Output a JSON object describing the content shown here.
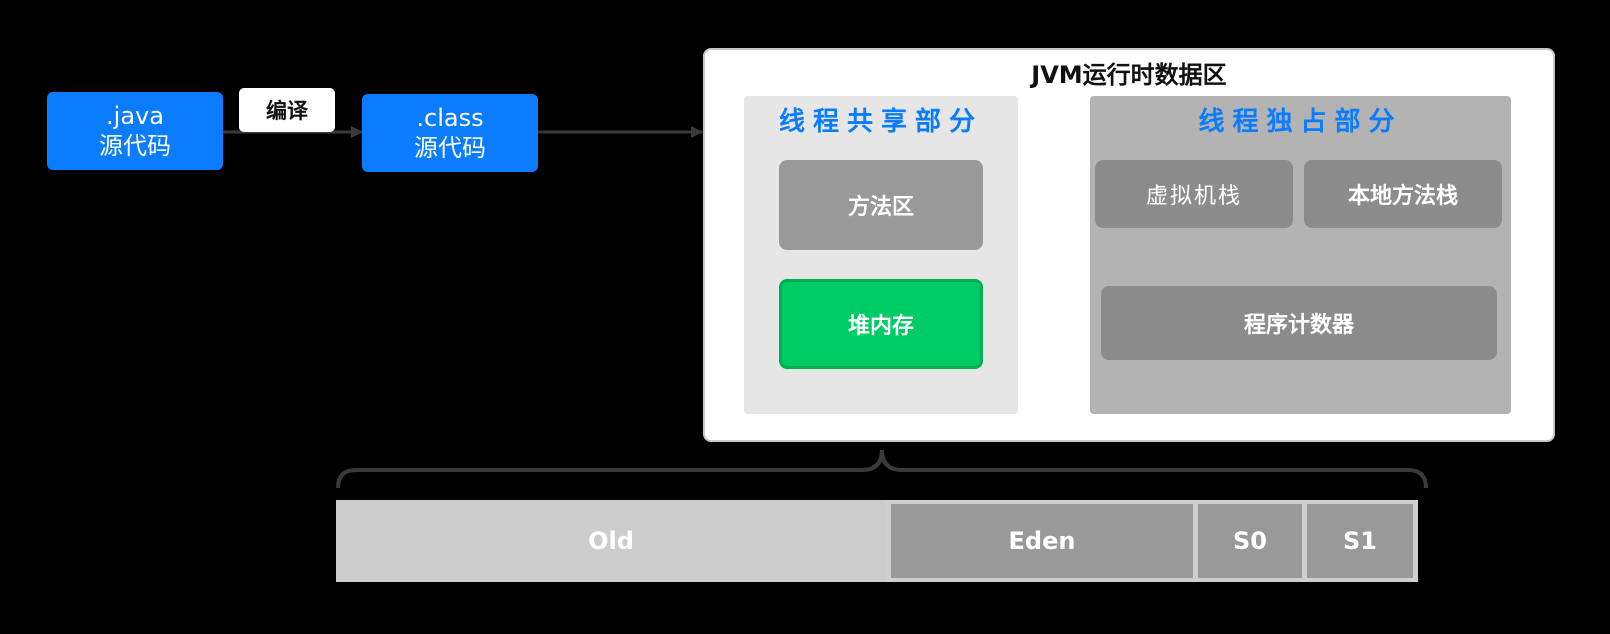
{
  "source": {
    "line1": ".java",
    "line2": "源代码"
  },
  "compiled": {
    "line1": ".class",
    "line2": "源代码"
  },
  "compile_label": "编译",
  "jvm": {
    "title": "JVM运行时数据区",
    "shared": {
      "title": "线程共享部分",
      "method_area": "方法区",
      "heap": "堆内存"
    },
    "private": {
      "title": "线程独占部分",
      "vm_stack": "虚拟机栈",
      "native_stack": "本地方法栈",
      "pc_register": "程序计数器"
    }
  },
  "heap_layout": {
    "old": "Old",
    "eden": "Eden",
    "s0": "S0",
    "s1": "S1"
  },
  "colors": {
    "accent_blue": "#0a7cff",
    "heap_green": "#00cc66",
    "background": "#000000"
  }
}
